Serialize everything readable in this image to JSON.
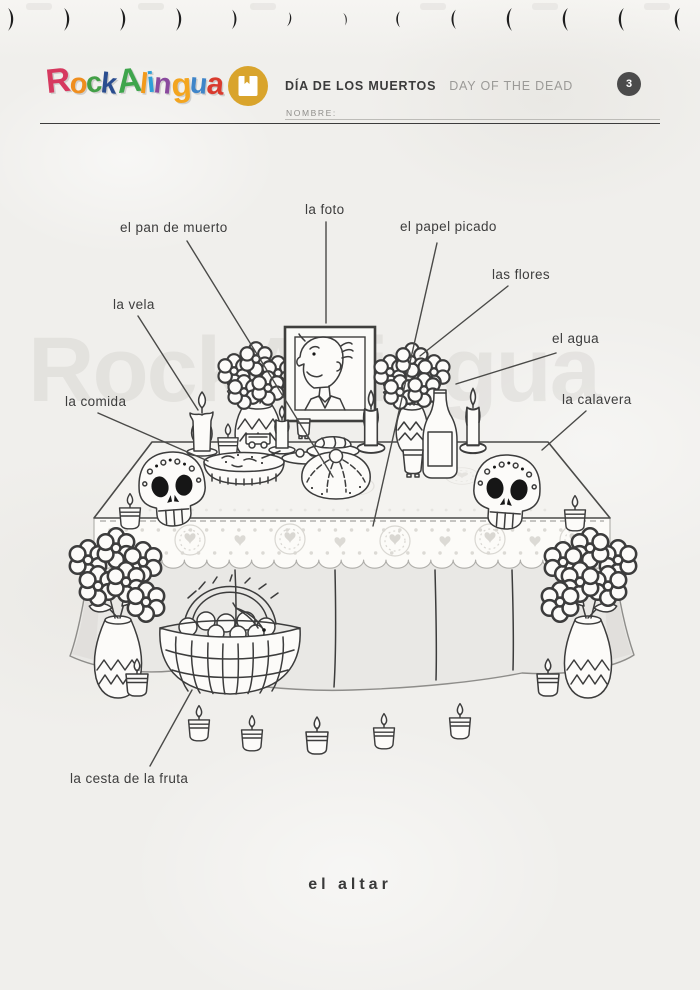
{
  "page": {
    "worksheet_title_es": "DÍA DE LOS MUERTOS",
    "worksheet_title_en": "DAY OF THE DEAD",
    "name_field_label": "NOMBRE:",
    "page_number": "3",
    "caption": "el altar",
    "watermark_text": "RockALingua"
  },
  "logo": {
    "text": "RockAlingua",
    "letters": [
      {
        "ch": "R",
        "color": "#d6395f"
      },
      {
        "ch": "o",
        "color": "#ef8e1e"
      },
      {
        "ch": "c",
        "color": "#43a047"
      },
      {
        "ch": "k",
        "color": "#2a4d8f"
      },
      {
        "ch": "A",
        "color": "#3fa54c"
      },
      {
        "ch": "l",
        "color": "#f29a1c"
      },
      {
        "ch": "i",
        "color": "#2f9fd8"
      },
      {
        "ch": "n",
        "color": "#8a4a9e"
      },
      {
        "ch": "g",
        "color": "#f3a51f"
      },
      {
        "ch": "u",
        "color": "#3f85c9"
      },
      {
        "ch": "a",
        "color": "#d93b2e"
      }
    ]
  },
  "colors": {
    "paper": "#f0efec",
    "accent_gold": "#d9a42c",
    "page_number_circle": "#4b4b4b",
    "ink": "#3d3d3d"
  },
  "labels": [
    {
      "id": "pan-de-muerto",
      "text": "el pan de muerto"
    },
    {
      "id": "foto",
      "text": "la foto"
    },
    {
      "id": "papel-picado",
      "text": "el papel picado"
    },
    {
      "id": "flores",
      "text": "las flores"
    },
    {
      "id": "vela",
      "text": "la vela"
    },
    {
      "id": "agua",
      "text": "el agua"
    },
    {
      "id": "comida",
      "text": "la comida"
    },
    {
      "id": "calavera",
      "text": "la calavera"
    },
    {
      "id": "cesta",
      "text": "la cesta de la fruta"
    }
  ]
}
